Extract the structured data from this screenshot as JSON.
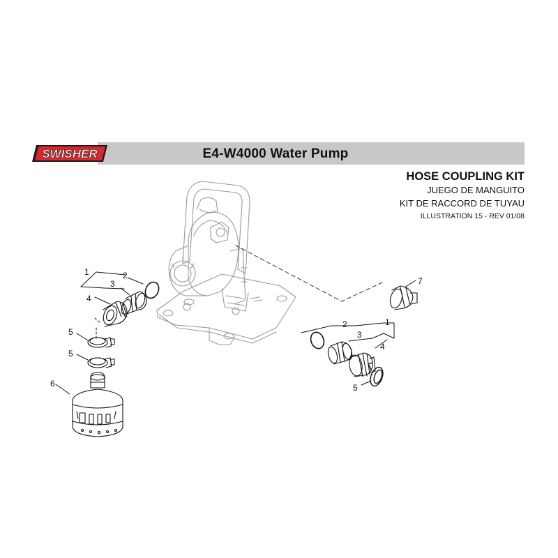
{
  "brand": {
    "name": "SWISHER",
    "red": "#d9272e",
    "dark": "#1a1a1a"
  },
  "header": {
    "model_title": "E4-W4000 Water Pump",
    "bar_color": "#c8c8c8"
  },
  "kit": {
    "title": "HOSE COUPLING KIT",
    "spanish": "JUEGO DE MANGUITO",
    "french": "KIT DE RACCORD DE TUYAU",
    "illustration": "ILLUSTRATION 15 - REV 01/08"
  },
  "callouts": {
    "left_kit": "1",
    "left_oring": "2",
    "left_nipple": "3",
    "left_nut": "4",
    "clamp_upper": "5",
    "clamp_lower": "5",
    "strainer": "6",
    "plug": "7",
    "right_kit": "1",
    "right_oring": "2",
    "right_nipple": "3",
    "right_nut": "4",
    "right_clamp": "5"
  }
}
